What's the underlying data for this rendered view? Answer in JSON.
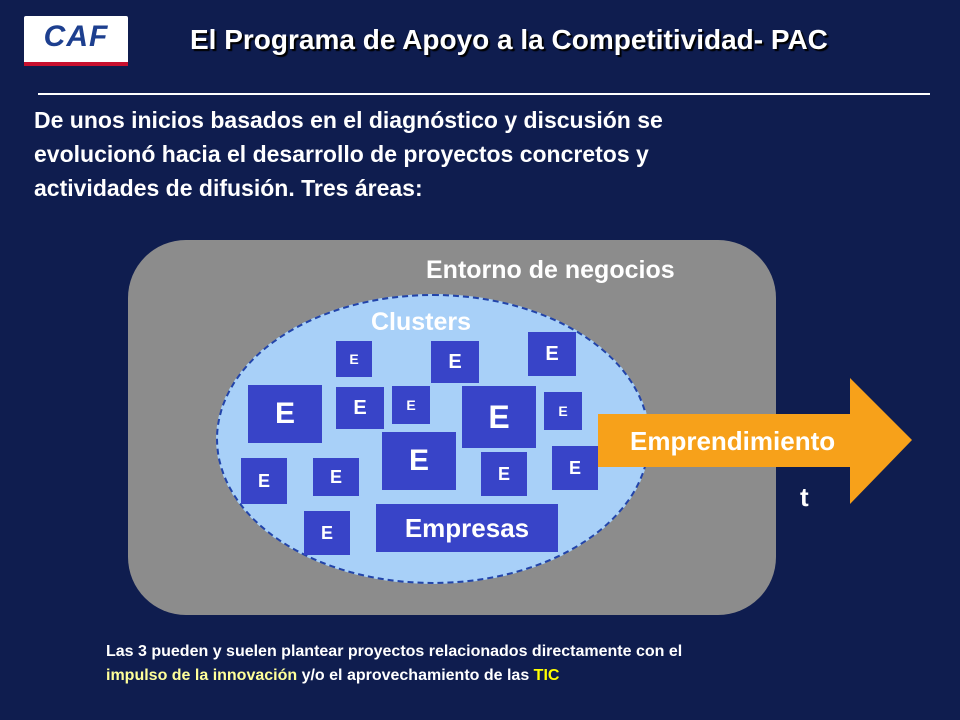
{
  "header": {
    "logo_text": "CAF",
    "title": "El Programa de Apoyo a la Competitividad- PAC"
  },
  "intro": {
    "lines": [
      "De unos inicios basados en el diagnóstico y discusión se",
      "evolucionó hacia el desarrollo de proyectos concretos y",
      "actividades de difusión. Tres áreas:"
    ]
  },
  "diagram": {
    "outer_label": "Entorno de negocios",
    "cluster_label": "Clusters",
    "company_box_label": "Empresas",
    "firm_label": "E",
    "arrow_label": "Emprendimiento",
    "arrow_label_overflow": "t"
  },
  "footnote": {
    "part1": "Las 3 pueden y suelen plantear proyectos relacionados directamente con el",
    "highlight1": "impulso de la innovación",
    "part2": " y/o el aprovechamiento de las ",
    "highlight2": "TIC"
  },
  "colors": {
    "background": "#0f1d4f",
    "outer_box": "#8c8c8c",
    "cluster_fill": "#a8d0f8",
    "firm_box": "#3844c8",
    "arrow": "#f7a11a",
    "highlight_innovation": "#ffff99",
    "highlight_tic": "#ffff00"
  }
}
